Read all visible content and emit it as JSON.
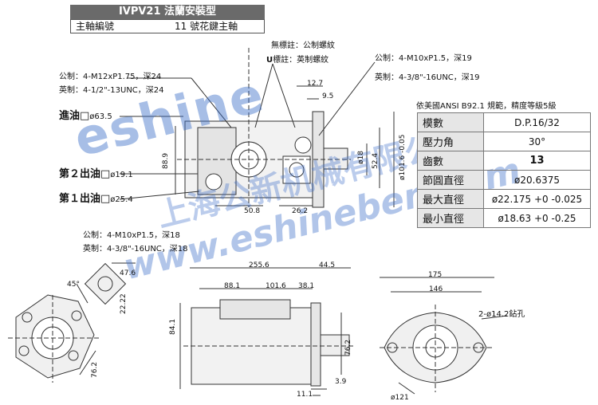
{
  "header": {
    "title": "IVPV21 法蘭安裝型",
    "shaft_label": "主軸編號",
    "shaft_value": "11 號花鍵主軸"
  },
  "notes": {
    "no_mark": "無標註：公制螺紋",
    "u_mark_letter": "U",
    "u_mark_text": "標註：英制螺紋",
    "left_top_metric": "公制：4-M12xP1.75，深24",
    "left_top_imperial": "英制：4-1/2\"-13UNC，深24",
    "right_top_metric": "公制：4-M10xP1.5，深19",
    "right_top_imperial": "英制：4-3/8\"-16UNC，深19",
    "left_bottom_metric": "公制：4-M10xP1.5，深18",
    "left_bottom_imperial": "英制：4-3/8\"-16UNC，深18"
  },
  "ports": {
    "inlet_label": "進油□",
    "inlet_size": "ø63.5",
    "outlet2_label": "第２出油□",
    "outlet2_size": "ø19.1",
    "outlet1_label": "第１出油□",
    "outlet1_size": "ø25.4"
  },
  "dimensions": {
    "d12_7": "12.7",
    "d9_5": "9.5",
    "d88_9": "88.9",
    "d18": "ø18",
    "d52_4": "52.4",
    "d101_6": "ø101.6 -0.05",
    "d50_8": "50.8",
    "d26_2": "26.2",
    "d47_6": "47.6",
    "d22_22": "22.22",
    "d45": "45°",
    "d76_2a": "76.2",
    "d255_6": "255.6",
    "d44_5": "44.5",
    "d88_1": "88.1",
    "d101_6b": "101.6",
    "d38_1": "38.1",
    "d84_1": "84.1",
    "d76_2b": "76.2",
    "d3_9": "3.9",
    "d11_1": "11.1",
    "d175": "175",
    "d146": "146",
    "d2_14_2": "2-ø14.2鉆孔",
    "d121": "ø121"
  },
  "spec_table": {
    "caption": "依美國ANSI B92.1 規範，精度等級5級",
    "rows": [
      {
        "key": "模數",
        "value": "D.P.16/32"
      },
      {
        "key": "壓力角",
        "value": "30°"
      },
      {
        "key": "齒數",
        "value": "13"
      },
      {
        "key": "節圓直徑",
        "value": "ø20.6375"
      },
      {
        "key": "最大直徑",
        "value": "ø22.175 +0 -0.025"
      },
      {
        "key": "最小直徑",
        "value": "ø18.63 +0 -0.25"
      }
    ]
  },
  "watermark": {
    "brand": "eshine",
    "url": "www.eshineben.com",
    "company": "上海公新机械有限公司"
  },
  "colors": {
    "line": "#333333",
    "watermark": "#3c6ec8",
    "title_bg": "#6a6a6a"
  }
}
